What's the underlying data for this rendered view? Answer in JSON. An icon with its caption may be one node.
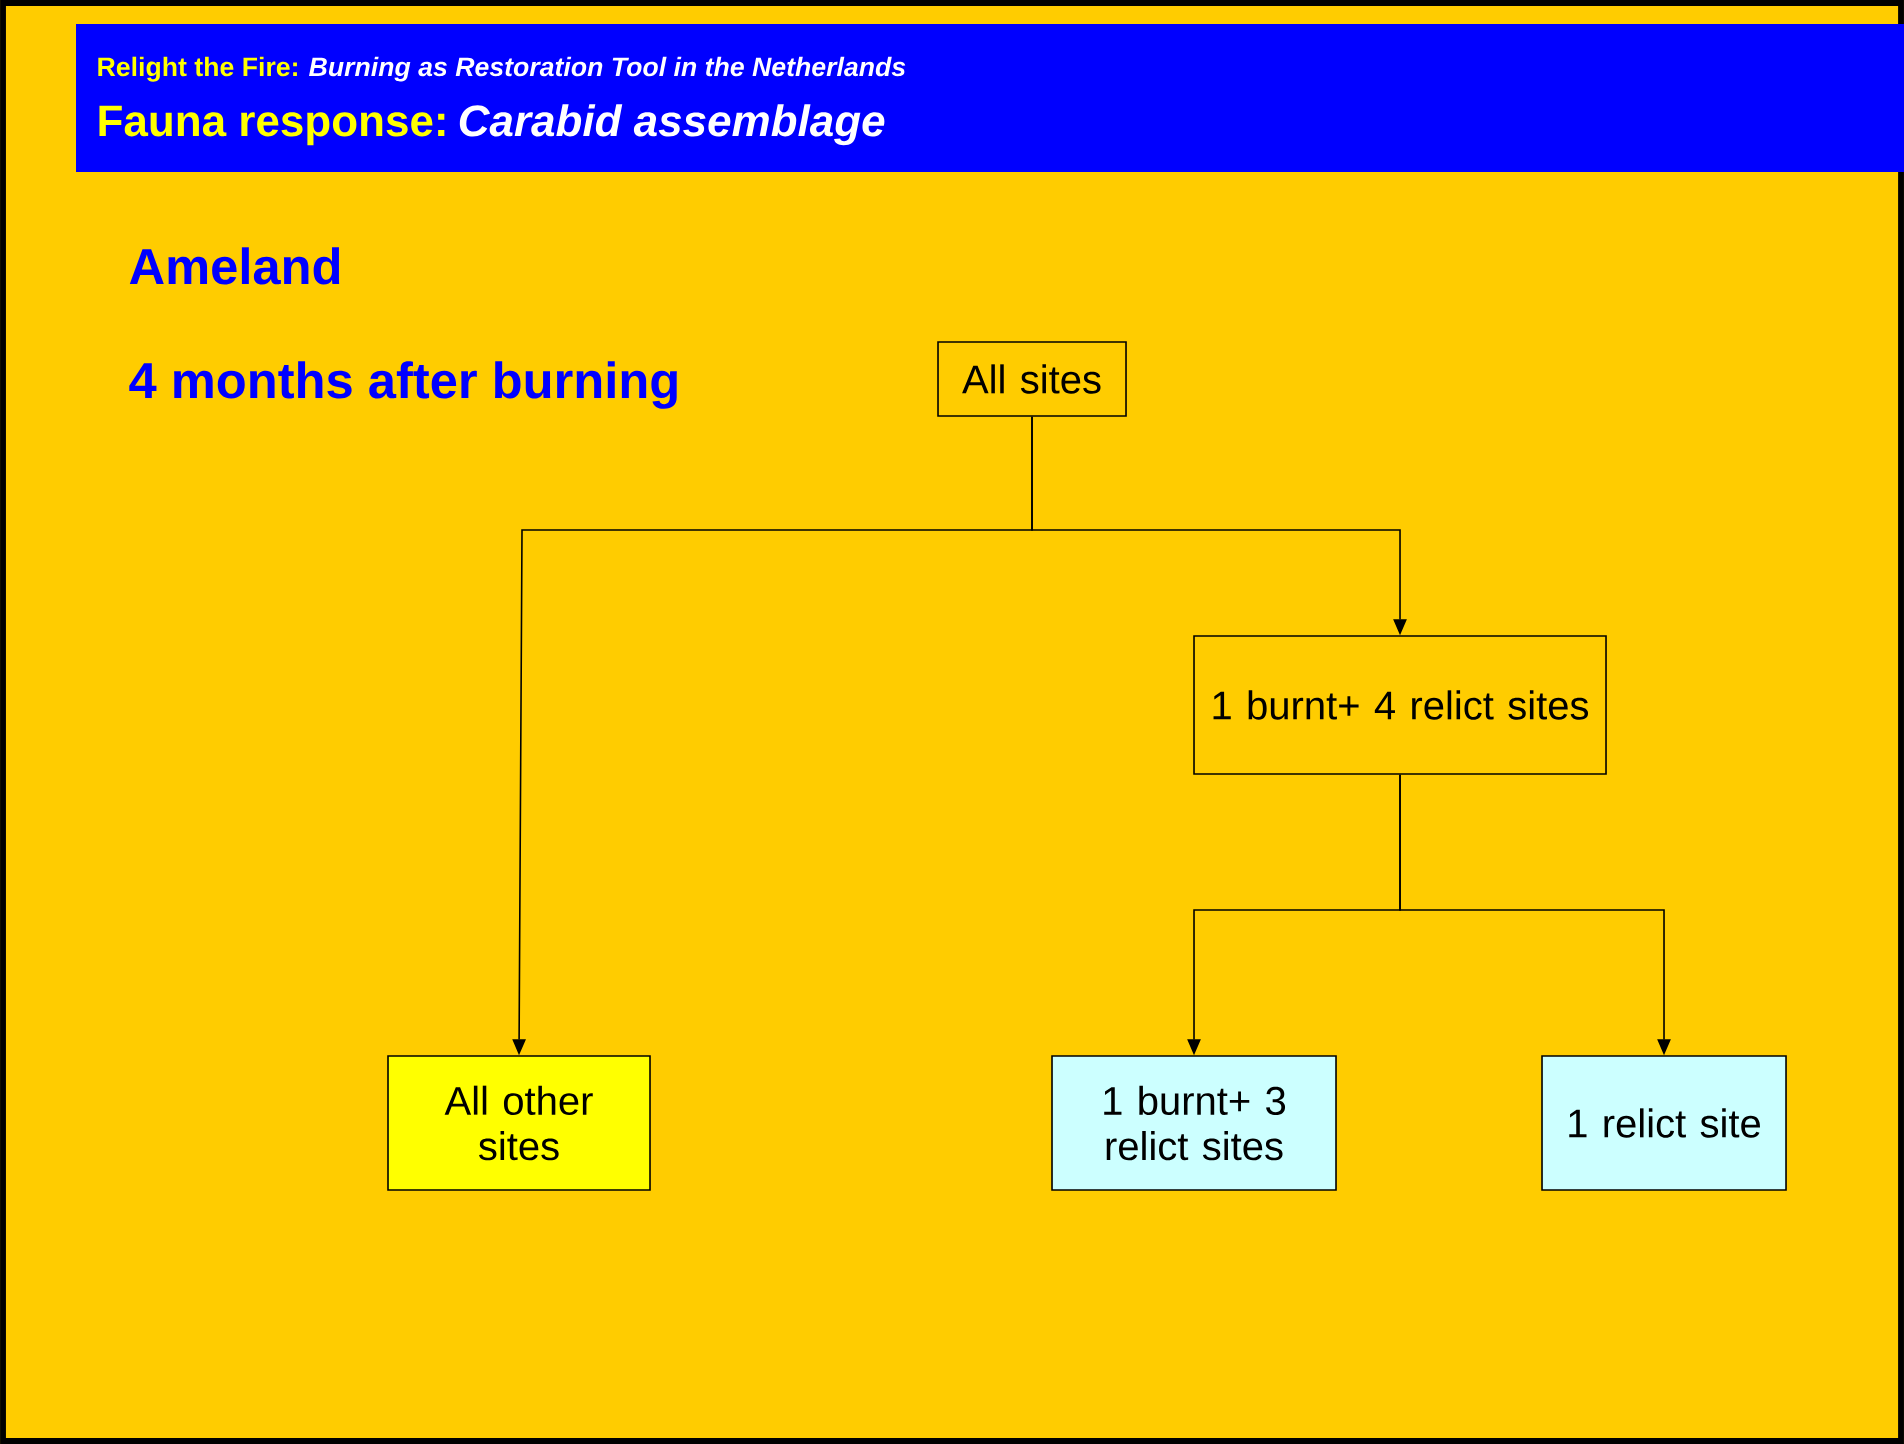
{
  "diagram": {
    "nodes": [
      {
        "text": [
          "All sites"
        ]
      },
      {
        "text": [
          "1 burnt+ 4 relict sites"
        ]
      },
      {
        "text": [
          "All other sites"
        ]
      },
      {
        "text": [
          "1 burnt+ 3 relict sites"
        ]
      },
      {
        "text": [
          "1 relict site"
        ]
      }
    ],
    "edges": [
      {
        "from": 0,
        "to": 2,
        "arrow": "to"
      },
      {
        "from": 0,
        "to": 1,
        "arrow": "to"
      },
      {
        "from": 1,
        "to": 3,
        "arrow": "to"
      },
      {
        "from": 1,
        "to": 4,
        "arrow": "to"
      }
    ],
    "labels": [
      "Relight the Fire:",
      "Burning as Restoration Tool in the Netherlands",
      "Fauna response:",
      "Carabid assemblage",
      "Ameland",
      "4 months after burning"
    ]
  }
}
